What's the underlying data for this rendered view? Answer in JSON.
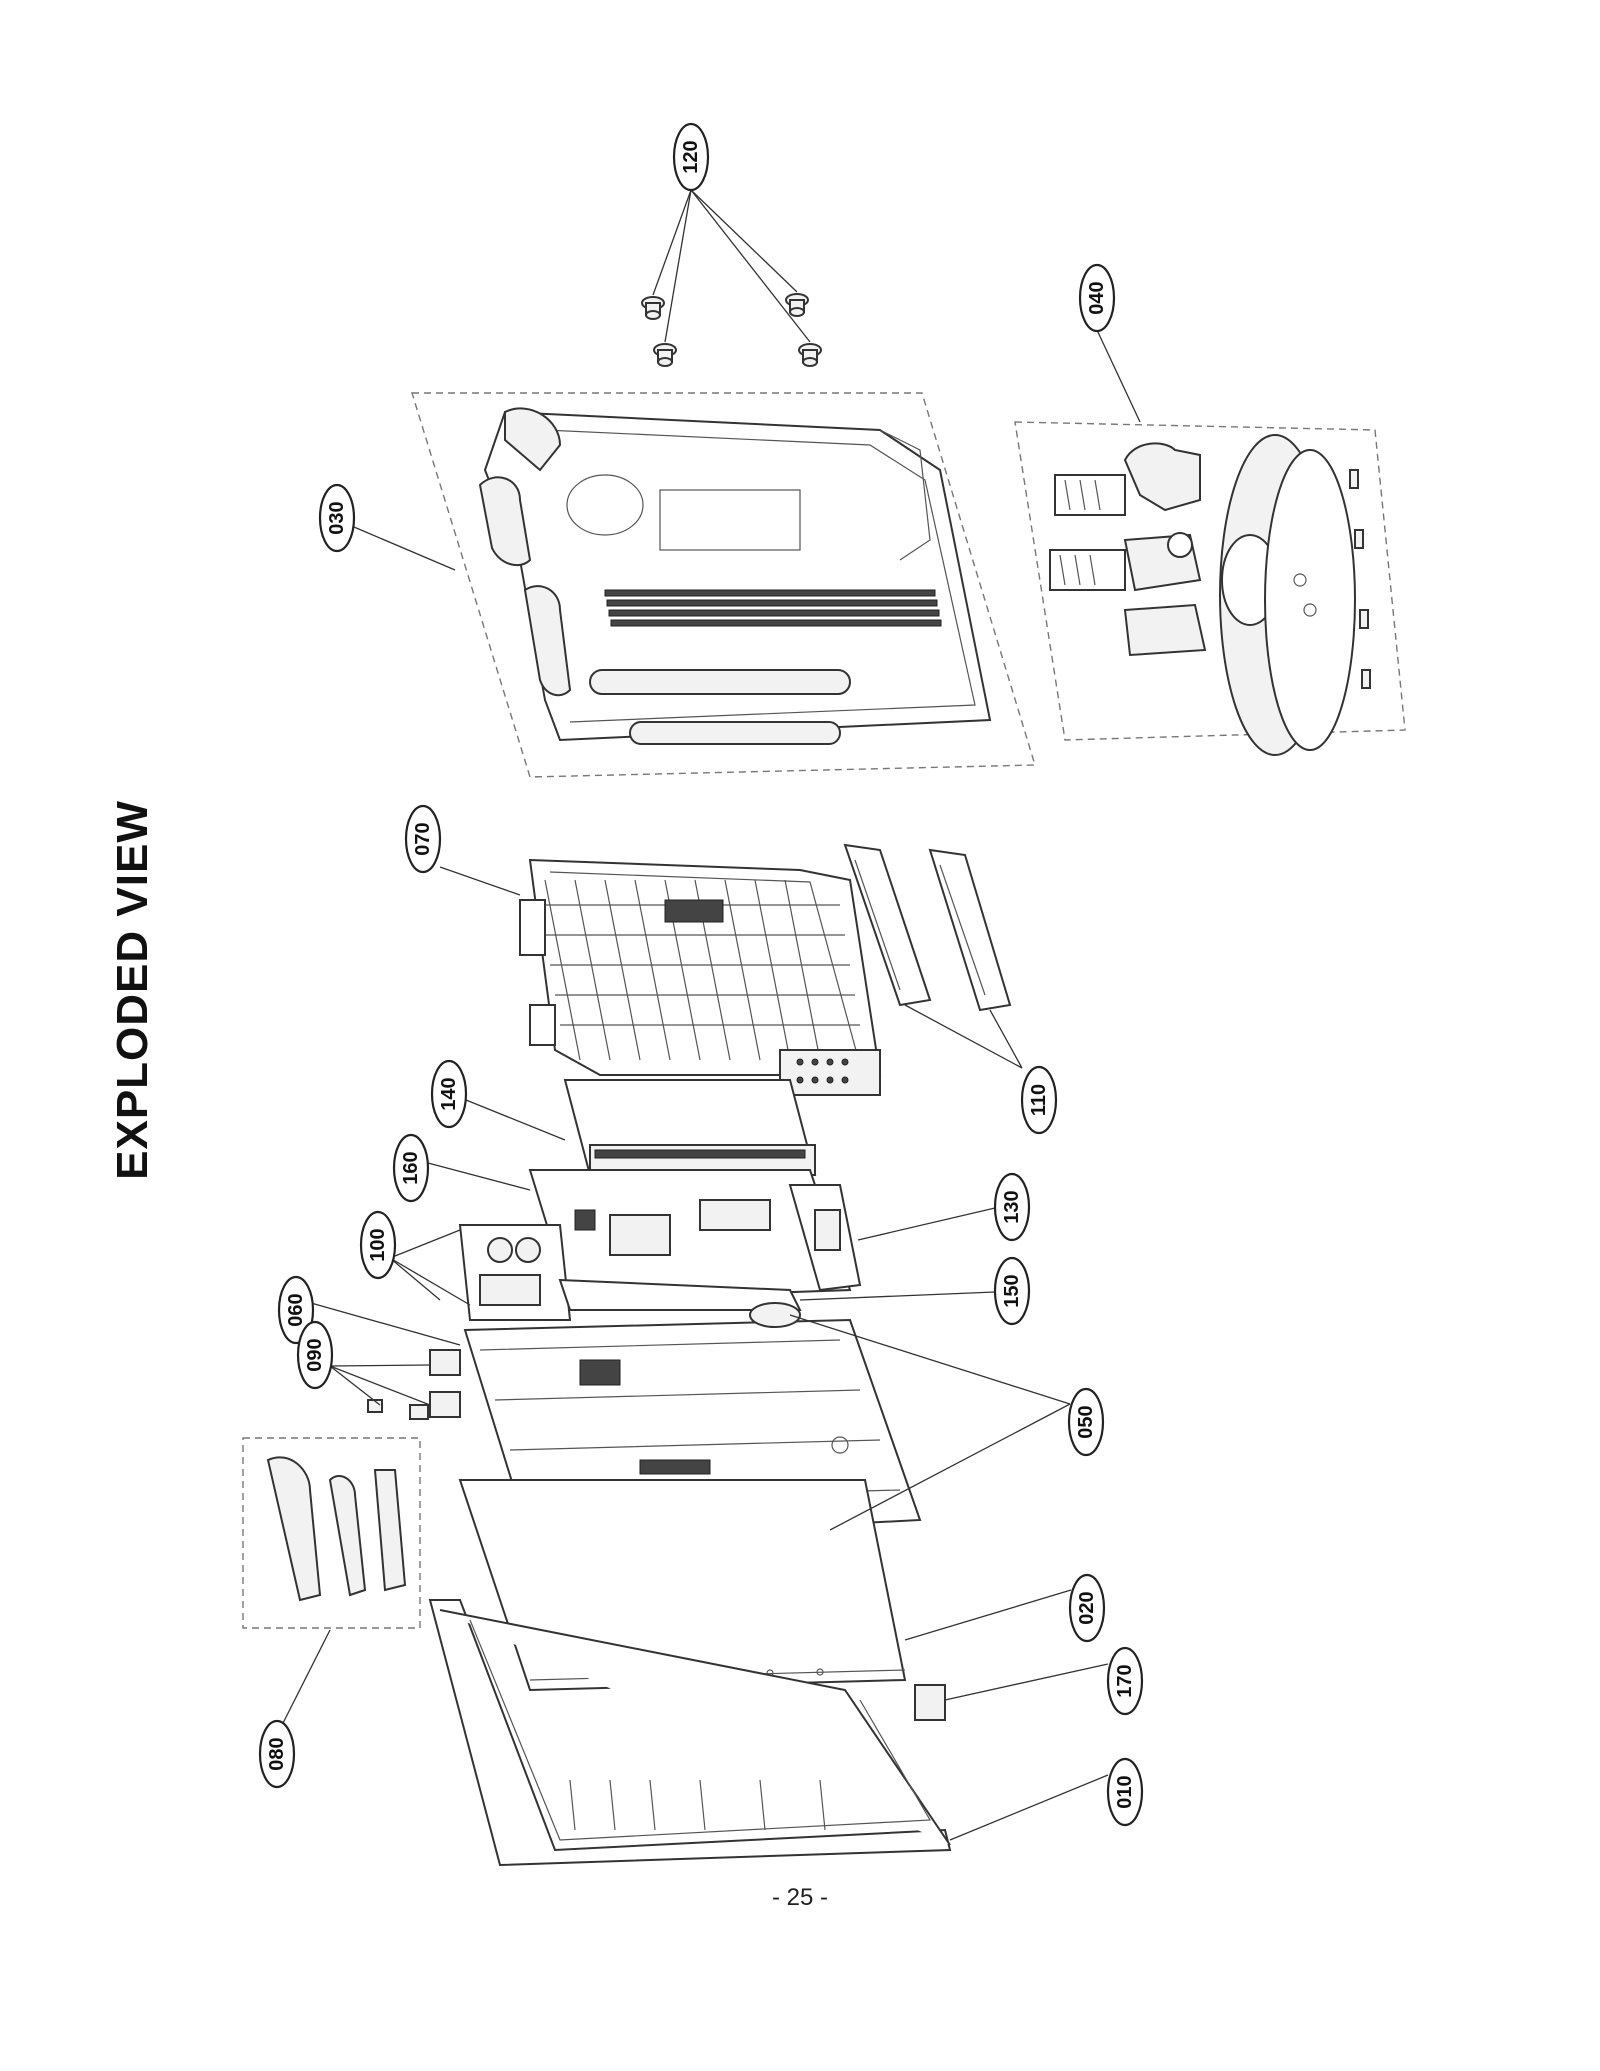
{
  "page": {
    "title": "EXPLODED VIEW",
    "page_number": "- 25 -"
  },
  "callouts": {
    "c120": "120",
    "c030": "030",
    "c040": "040",
    "c070": "070",
    "c110": "110",
    "c140": "140",
    "c160": "160",
    "c130": "130",
    "c100": "100",
    "c150": "150",
    "c060": "060",
    "c090": "090",
    "c050": "050",
    "c080": "080",
    "c020": "020",
    "c170": "170",
    "c010": "010"
  }
}
